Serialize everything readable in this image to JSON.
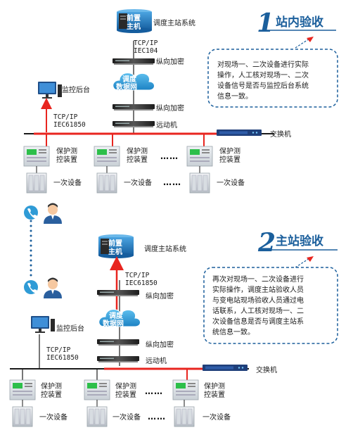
{
  "colors": {
    "accent": "#1b5f9c",
    "red": "#e8251f",
    "bus": "#1a1a1a",
    "cloud": "#2f9bd6",
    "host": "#1f6fb5",
    "dashed_box": "#1b5f9c"
  },
  "section1": {
    "number": "1",
    "title": "站内验收",
    "host_line1": "前置",
    "host_line2": "主机",
    "host_label": "调度主站系统",
    "proto_top_line1": "TCP/IP",
    "proto_top_line2": "IEC104",
    "crypto_top_label": "纵向加密",
    "cloud_line1": "调度",
    "cloud_line2": "数据网",
    "crypto_bottom_label": "纵向加密",
    "rtu_label": "远动机",
    "monitor_label": "监控后台",
    "proto_bottom_line1": "TCP/IP",
    "proto_bottom_line2": "IEC61850",
    "switch_label": "交换机",
    "device_line1": "保护测",
    "device_line2": "控装置",
    "primary_label": "一次设备",
    "ellipsis": "……",
    "note_lines": [
      "对现场一、二次设备进行实际",
      "操作，人工核对现场一、二次",
      "设备信号是否与监控后台系统",
      "信息一致。"
    ]
  },
  "section2": {
    "number": "2",
    "title": "主站验收",
    "host_line1": "前置",
    "host_line2": "主机",
    "host_label": "调度主站系统",
    "proto_top_line1": "TCP/IP",
    "proto_top_line2": "IEC61850",
    "crypto_top_label": "纵向加密",
    "cloud_line1": "调度",
    "cloud_line2": "数据网",
    "crypto_bottom_label": "纵向加密",
    "rtu_label": "远动机",
    "monitor_label": "监控后台",
    "proto_bottom_line1": "TCP/IP",
    "proto_bottom_line2": "IEC61850",
    "switch_label": "交换机",
    "device_line1": "保护测",
    "device_line2": "控装置",
    "primary_label": "一次设备",
    "ellipsis": "……",
    "note_lines": [
      "再次对现场一、二次设备进行",
      "实际操作，调度主站验收人员",
      "与变电站现场验收人员通过电",
      "话联系，人工核对现场一、二",
      "次设备信息是否与调度主站系",
      "统信息一致。"
    ]
  }
}
